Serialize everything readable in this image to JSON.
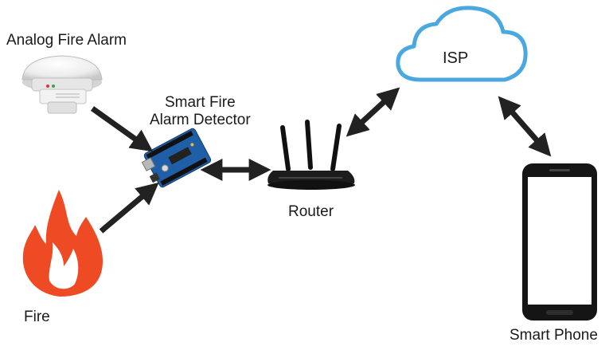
{
  "nodes": {
    "analog_fire_alarm": "Analog Fire Alarm",
    "smart_detector_line1": "Smart Fire",
    "smart_detector_line2": "Alarm Detector",
    "router": "Router",
    "isp": "ISP",
    "fire": "Fire",
    "smart_phone": "Smart Phone"
  },
  "colors": {
    "arrow": "#222222",
    "cloud_stroke": "#4aa8e0",
    "flame_outer": "#ee4a24",
    "flame_inner": "#ffffff",
    "board": "#1f5fa8",
    "router_body": "#1c1c1c",
    "phone_body": "#151515"
  },
  "edges": [
    {
      "from": "analog_fire_alarm",
      "to": "smart_detector",
      "direction": "one-way"
    },
    {
      "from": "fire",
      "to": "smart_detector",
      "direction": "one-way"
    },
    {
      "from": "smart_detector",
      "to": "router",
      "direction": "two-way"
    },
    {
      "from": "router",
      "to": "isp",
      "direction": "two-way"
    },
    {
      "from": "isp",
      "to": "smart_phone",
      "direction": "two-way"
    }
  ]
}
